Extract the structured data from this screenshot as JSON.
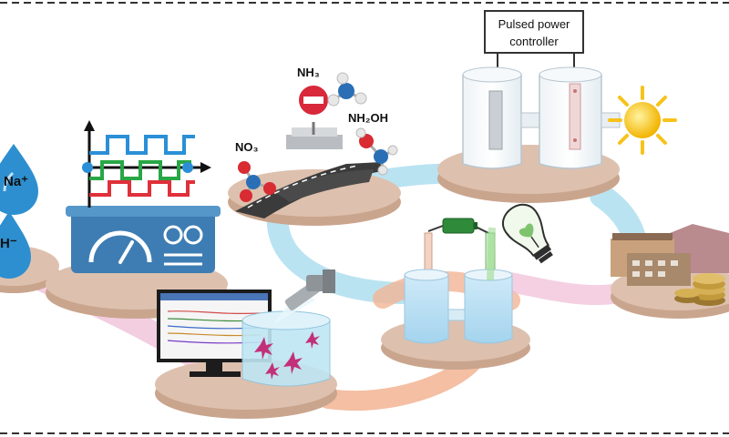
{
  "labels": {
    "ion_na": "Na⁺",
    "ion_oh": "H⁻",
    "no3": "NO₃",
    "nh3": "NH₃",
    "nh2oh": "NH₂OH",
    "controller_line1": "Pulsed power",
    "controller_line2": "controller"
  },
  "colors": {
    "platform_top": "#ddc1ae",
    "platform_side": "#caa58e",
    "flow_blue": "#a9dcef",
    "flow_orange": "#f2b493",
    "flow_pink": "#efbcd6",
    "water_drop": "#2d8fd0",
    "device_blue": "#3d7db3",
    "wave_blue": "#2a8fd6",
    "wave_green": "#28a745",
    "wave_red": "#e0303a",
    "stop_sign_red": "#d8283a",
    "nitrogen_blue": "#2a6fb5",
    "oxygen_red": "#d82b32",
    "sun_yellow": "#f7c21b",
    "coin_gold": "#c39a3b",
    "border_dash": "#333333"
  },
  "icons": {
    "drops": "water-drop-icon",
    "generator": "pulse-generator-icon",
    "stop": "no-entry-sign-icon",
    "reactor": "h-cell-reactor-icon",
    "battery": "battery-icon",
    "bulb": "eco-lightbulb-icon",
    "sun": "sun-icon",
    "factory": "factory-icon",
    "coins": "coin-stack-icon",
    "monitor": "computer-monitor-icon",
    "microscope": "analysis-probe-icon"
  }
}
